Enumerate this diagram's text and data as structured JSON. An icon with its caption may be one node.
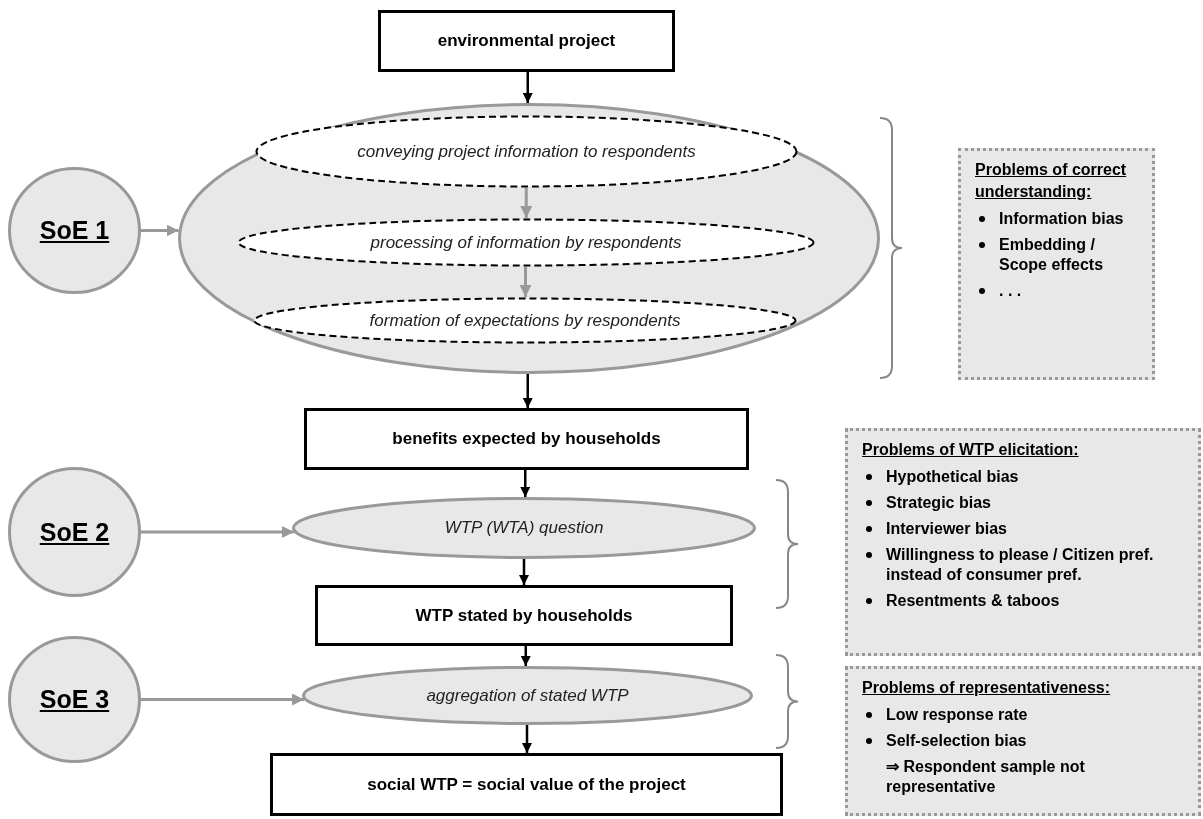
{
  "diagram": {
    "nodes": [
      {
        "text": [
          "environmental project"
        ]
      },
      {
        "text": [],
        "shape": "ellipse"
      },
      {
        "text": [
          "conveying project information to respondents"
        ],
        "in": 1
      },
      {
        "text": [
          "processing of information by respondents"
        ],
        "in": 1
      },
      {
        "text": [
          "formation of expectations by respondents"
        ],
        "in": 1
      },
      {
        "text": [
          "SoE 1"
        ]
      },
      {
        "text": [
          "Problems of correct understanding:",
          "Information bias",
          "Embedding / Scope effects",
          ". . ."
        ]
      },
      {
        "text": [
          "benefits expected by households"
        ]
      },
      {
        "text": [
          "WTP (WTA) question"
        ]
      },
      {
        "text": [
          "WTP stated by households"
        ]
      },
      {
        "text": [
          "aggregation of stated WTP"
        ]
      },
      {
        "text": [
          "social WTP = social value of the project"
        ]
      },
      {
        "text": [
          "SoE 2"
        ]
      },
      {
        "text": [
          "SoE 3"
        ]
      },
      {
        "text": [
          "Problems of WTP elicitation:",
          "Hypothetical bias",
          "Strategic bias",
          "Interviewer bias",
          "Willingness to please / Citizen pref. instead of consumer pref.",
          "Resentments & taboos"
        ]
      },
      {
        "text": [
          "Problems of representativeness:",
          "Low response rate",
          "Self-selection bias",
          "⇒ Respondent sample not representative"
        ]
      }
    ],
    "edges": [
      {
        "from": 0,
        "to": 1,
        "arrow": "to"
      },
      {
        "from": 5,
        "to": 1,
        "arrow": "to",
        "color": "#999999"
      },
      {
        "from": 2,
        "to": 3,
        "arrow": "to",
        "color": "#999999"
      },
      {
        "from": 3,
        "to": 4,
        "arrow": "to",
        "color": "#999999"
      },
      {
        "from": 1,
        "to": 7,
        "arrow": "to"
      },
      {
        "from": 7,
        "to": 8,
        "arrow": "to"
      },
      {
        "from": 12,
        "to": 8,
        "arrow": "to",
        "color": "#999999"
      },
      {
        "from": 8,
        "to": 9,
        "arrow": "to"
      },
      {
        "from": 9,
        "to": 10,
        "arrow": "to"
      },
      {
        "from": 13,
        "to": 10,
        "arrow": "to",
        "color": "#999999"
      },
      {
        "from": 10,
        "to": 11,
        "arrow": "to"
      }
    ]
  }
}
